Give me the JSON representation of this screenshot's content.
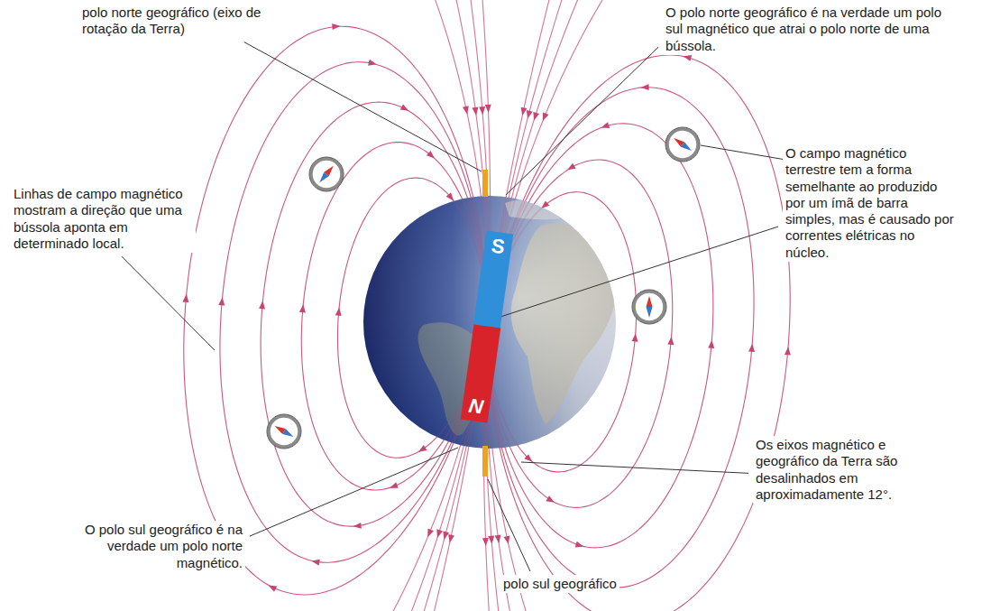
{
  "diagram": {
    "nodes": [
      {
        "text": [
          "S"
        ]
      },
      {
        "text": [
          "N"
        ]
      }
    ],
    "labels": [
      "polo norte geográfico (eixo de rotação da Terra)",
      "O polo norte geográfico é na verdade um polo sul magnético que atrai o polo norte de uma bússola.",
      "bússola",
      "Linhas de campo magnético mostram a direção que uma bússola aponta em determinado local.",
      "O campo magnético terrestre tem a forma semelhante ao produzido por um ímã de barra simples, mas é causado por correntes elétricas no núcleo.",
      "Os eixos magnético e geográfico da Terra são desalinhados em aproximadamente 12°.",
      "O polo sul geográfico é na verdade um polo norte magnético.",
      "polo sul geográfico"
    ]
  }
}
